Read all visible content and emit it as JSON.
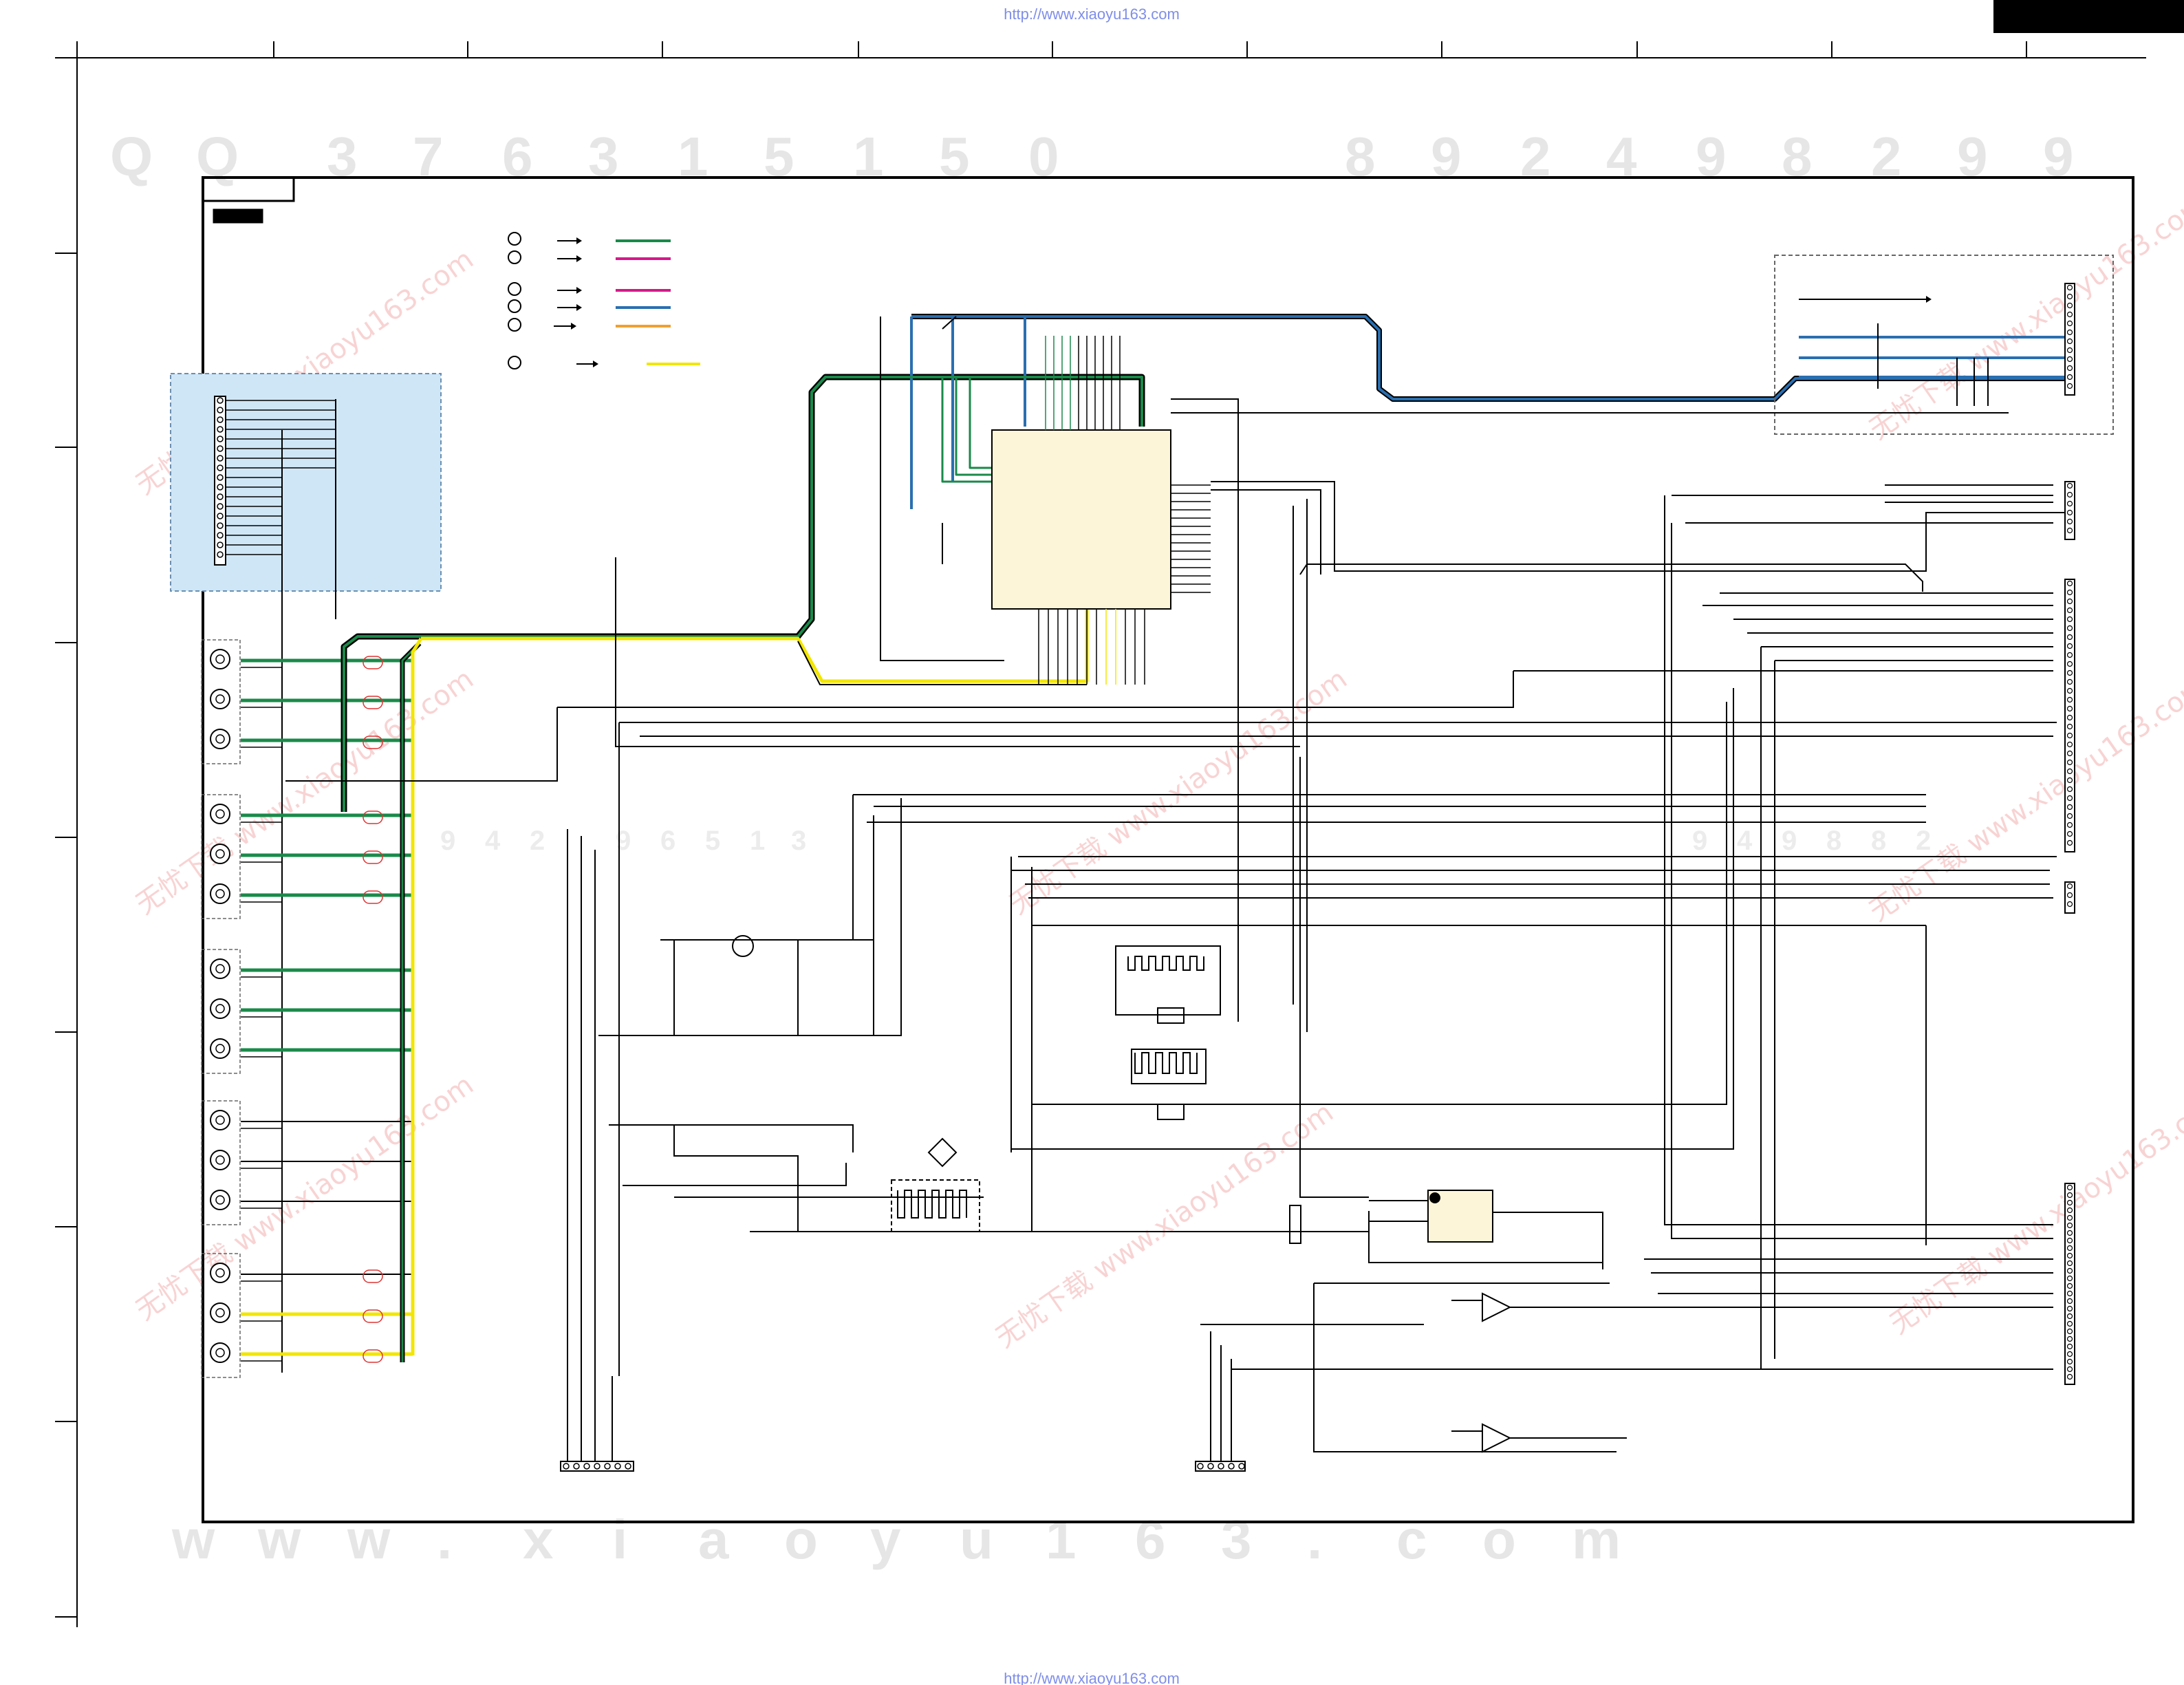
{
  "header": {
    "url": "http://www.xiaoyu163.com"
  },
  "footer": {
    "url": "http://www.xiaoyu163.com"
  },
  "watermarks": {
    "top_digits": [
      "Q",
      "Q",
      "3",
      "7",
      "6",
      "3",
      "1",
      "5",
      "1",
      "5",
      "0",
      "",
      "",
      "8",
      "9",
      "2",
      "4",
      "9",
      "8",
      "2",
      "9",
      "9"
    ],
    "mid_digits": [
      "9",
      "4",
      "2",
      "9",
      "6",
      "5",
      "1",
      "3",
      "",
      "",
      "",
      "",
      "",
      "",
      "",
      "",
      "",
      "",
      "",
      "9",
      "4",
      "9",
      "8",
      "8",
      "2"
    ],
    "bottom_text": [
      "w",
      "w",
      "w",
      ".",
      "x",
      "i",
      "a",
      "o",
      "y",
      "u",
      "1",
      "6",
      "3",
      ".",
      "c",
      "o",
      "m"
    ],
    "red_stamps": [
      "无忧下载 www.xiaoyu163.com"
    ]
  },
  "colors": {
    "background": "#ffffff",
    "wire": "#000000",
    "signal_green": "#1a8a4a",
    "signal_magenta": "#d6198a",
    "signal_blue": "#2a6fb0",
    "signal_orange": "#f0a030",
    "signal_yellow": "#f2e600",
    "signal_darkgreen": "#0d5a3a",
    "panel_blue": "#cfe6f6",
    "header_block": "#000000",
    "url": "#7f8ee8"
  },
  "legend": {
    "items": [
      {
        "symbol": "circle",
        "arrow": "right",
        "color": "signal_green"
      },
      {
        "symbol": "circle",
        "arrow": "right",
        "color": "signal_magenta"
      },
      {
        "symbol": "circle",
        "arrow": "right",
        "color": "signal_magenta"
      },
      {
        "symbol": "circle",
        "arrow": "right",
        "color": "signal_blue"
      },
      {
        "symbol": "circle",
        "arrow": "right",
        "color": "signal_orange"
      },
      {
        "symbol": "circle",
        "arrow": "right",
        "color": "signal_yellow"
      }
    ]
  },
  "jack_groups": [
    {
      "jacks": 3,
      "traces": "green-black"
    },
    {
      "jacks": 3,
      "traces": "green-black"
    },
    {
      "jacks": 3,
      "traces": "green"
    },
    {
      "jacks": 3,
      "traces": "black"
    },
    {
      "jacks": 3,
      "traces": "yellow"
    }
  ],
  "connectors": {
    "top_left_panel_pins": 17,
    "right_top_box_pins": 12,
    "right_mid_small_pins": 6,
    "right_large_pins": 30,
    "right_small_pins": 3,
    "right_bottom_pins": 26,
    "bottom_left_pins": 7,
    "bottom_mid_pins": 5
  }
}
